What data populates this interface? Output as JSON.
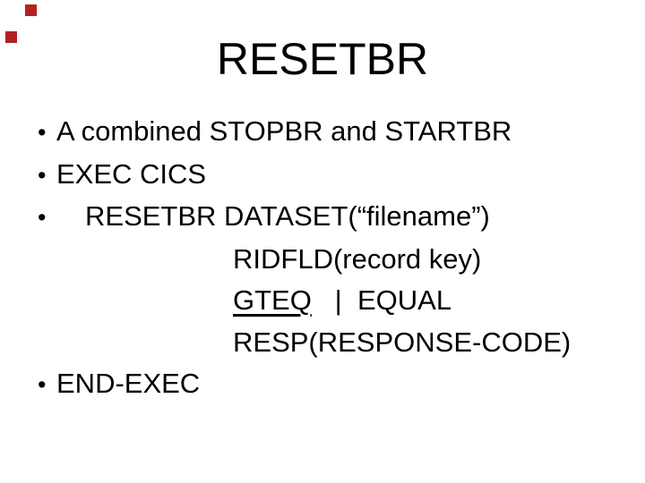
{
  "slide": {
    "background": "#ffffff",
    "title": {
      "text": "RESETBR"
    },
    "markers": [
      {
        "name": "red-square-marker-1",
        "x": 28,
        "y": 5,
        "size": 13,
        "color": "#b22222"
      },
      {
        "name": "red-square-marker-2",
        "x": 6,
        "y": 35,
        "size": 13,
        "color": "#b22222"
      }
    ],
    "body": {
      "bullet_glyph": "•",
      "lines": [
        {
          "bullet": true,
          "indent": 0,
          "segments": [
            {
              "text": "A combined STOPBR and STARTBR",
              "underline": false
            }
          ]
        },
        {
          "bullet": true,
          "indent": 0,
          "segments": [
            {
              "text": "EXEC CICS",
              "underline": false
            }
          ]
        },
        {
          "bullet": true,
          "indent": 32,
          "segments": [
            {
              "text": "RESETBR DATASET(“filename”)",
              "underline": false
            }
          ]
        },
        {
          "bullet": false,
          "indent": 197,
          "segments": [
            {
              "text": "RIDFLD(record key)",
              "underline": false
            }
          ]
        },
        {
          "bullet": false,
          "indent": 197,
          "segments": [
            {
              "text": "GTEQ",
              "underline": true
            },
            {
              "text": "   |  EQUAL",
              "underline": false
            }
          ]
        },
        {
          "bullet": false,
          "indent": 197,
          "segments": [
            {
              "text": "RESP(RESPONSE-CODE)",
              "underline": false
            }
          ]
        },
        {
          "bullet": true,
          "indent": 0,
          "segments": [
            {
              "text": "END-EXEC",
              "underline": false
            }
          ]
        }
      ]
    }
  }
}
